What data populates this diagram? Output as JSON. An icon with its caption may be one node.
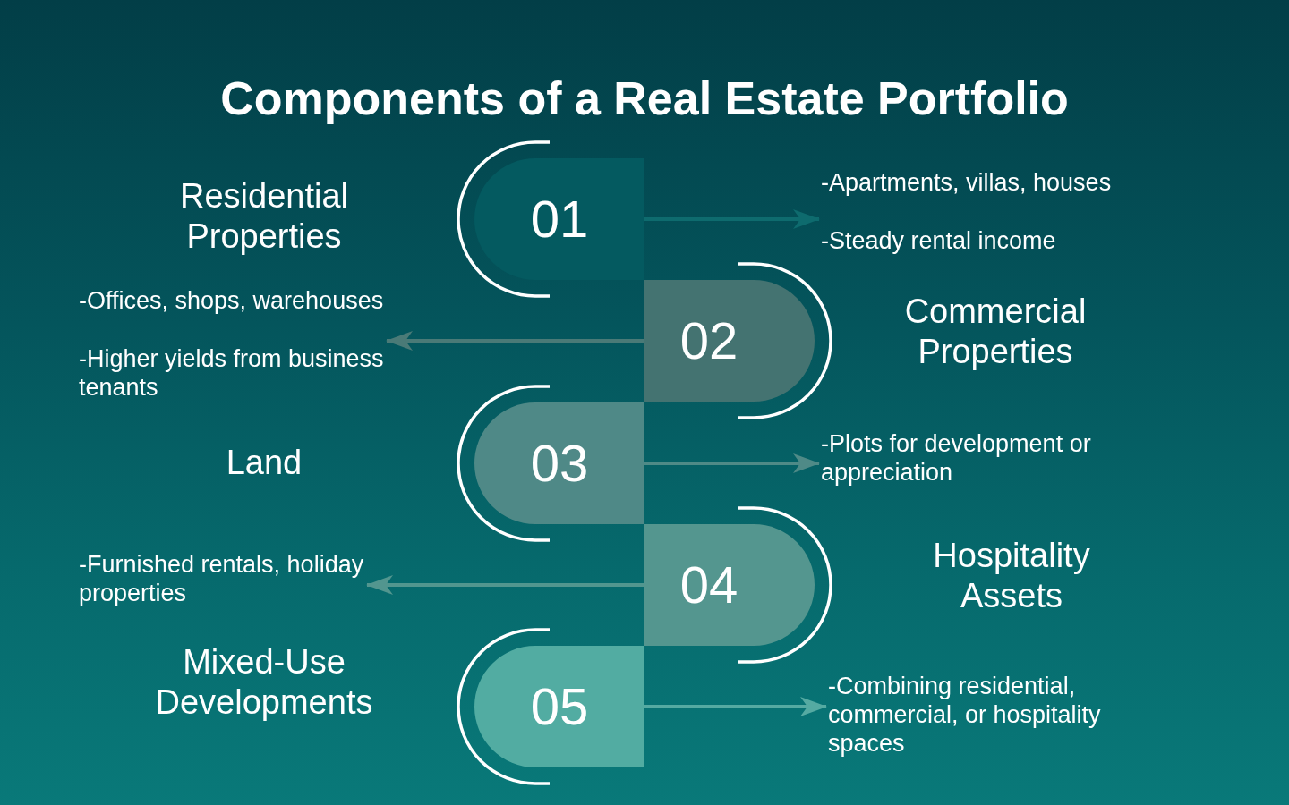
{
  "diagram": {
    "title": "Components of a Real Estate Portfolio",
    "nodes": [
      {
        "text": [
          "01"
        ]
      },
      {
        "text": [
          "-Apartments, villas, houses",
          "-Steady rental income"
        ]
      },
      {
        "text": [
          "02"
        ]
      },
      {
        "text": [
          "-Offices, shops, warehouses",
          "-Higher yields from business tenants"
        ]
      },
      {
        "text": [
          "03"
        ]
      },
      {
        "text": [
          "-Plots for development or appreciation"
        ]
      },
      {
        "text": [
          "04"
        ]
      },
      {
        "text": [
          "-Furnished rentals, holiday properties"
        ]
      },
      {
        "text": [
          "05"
        ]
      },
      {
        "text": [
          "-Combining residential, commercial, or hospitality spaces"
        ]
      }
    ],
    "edges": [
      {
        "from": 0,
        "to": 1,
        "arrow": "to",
        "color": "#0e6b6e"
      },
      {
        "from": 2,
        "to": 3,
        "arrow": "to",
        "color": "#4a7a77"
      },
      {
        "from": 4,
        "to": 5,
        "arrow": "to",
        "color": "#4f8a87"
      },
      {
        "from": 6,
        "to": 7,
        "arrow": "to",
        "color": "#52968f"
      },
      {
        "from": 8,
        "to": 9,
        "arrow": "to",
        "color": "#55aaa2"
      }
    ],
    "labels": [
      "Residential Properties",
      "Commercial Properties",
      "Land",
      "Hospitality Assets",
      "Mixed-Use Developments"
    ]
  }
}
